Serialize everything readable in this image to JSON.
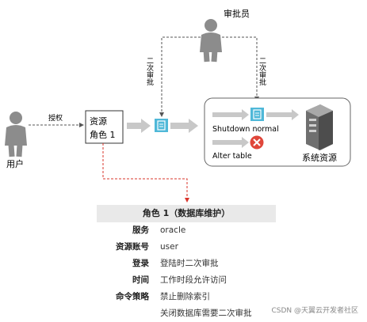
{
  "nodes": {
    "approver": "审批员",
    "user": "用户",
    "grant": "授权",
    "resource_role": [
      "资源",
      "角色 1"
    ],
    "second_review_left": "二次审批",
    "second_review_right": "二次审批",
    "shutdown": "Shutdown normal",
    "alter": "Alter  table",
    "system_resource": "系统资源"
  },
  "table": {
    "title": "角色 1（数据库维护）",
    "rows": [
      {
        "key": "服务",
        "value": "oracle"
      },
      {
        "key": "资源账号",
        "value": "user"
      },
      {
        "key": "登录",
        "value": "登陆时二次审批"
      },
      {
        "key": "时间",
        "value": "工作时段允许访问"
      },
      {
        "key": "命令策略",
        "value": "禁止删除索引"
      },
      {
        "key": "",
        "value": "关闭数据库需要二次审批"
      }
    ]
  },
  "watermark": "CSDN @天翼云开发者社区",
  "colors": {
    "approval_icon": "#4fb8d8",
    "deny_icon": "#e0463a",
    "red_dashed": "#d9342b",
    "person": "#8c8c8c",
    "arrow": "#c8c8c8"
  },
  "icons": [
    "approver-person-icon",
    "user-person-icon",
    "approval-doc-icon",
    "deny-x-icon",
    "server-icon"
  ]
}
